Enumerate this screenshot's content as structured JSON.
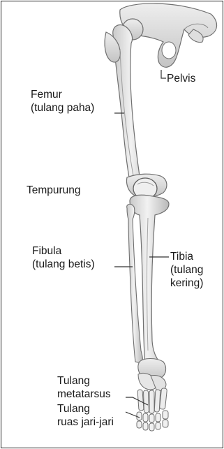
{
  "labels": {
    "pelvis": "Pelvis",
    "femur_line1": "Femur",
    "femur_line2": "(tulang paha)",
    "tempurung": "Tempurung",
    "fibula_line1": "Fibula",
    "fibula_line2": "(tulang betis)",
    "tibia_line1": "Tibia",
    "tibia_line2": "(tulang",
    "tibia_line3": "kering)",
    "metatarsus_line1": "Tulang",
    "metatarsus_line2": "metatarsus",
    "phalanges_line1": "Tulang",
    "phalanges_line2": "ruas jari-jari"
  },
  "colors": {
    "bone_fill": "#e6e6e6",
    "bone_shade": "#bdbdbd",
    "bone_outline": "#6f6f6f",
    "leader_line": "#333333",
    "text": "#1a1a1a"
  }
}
